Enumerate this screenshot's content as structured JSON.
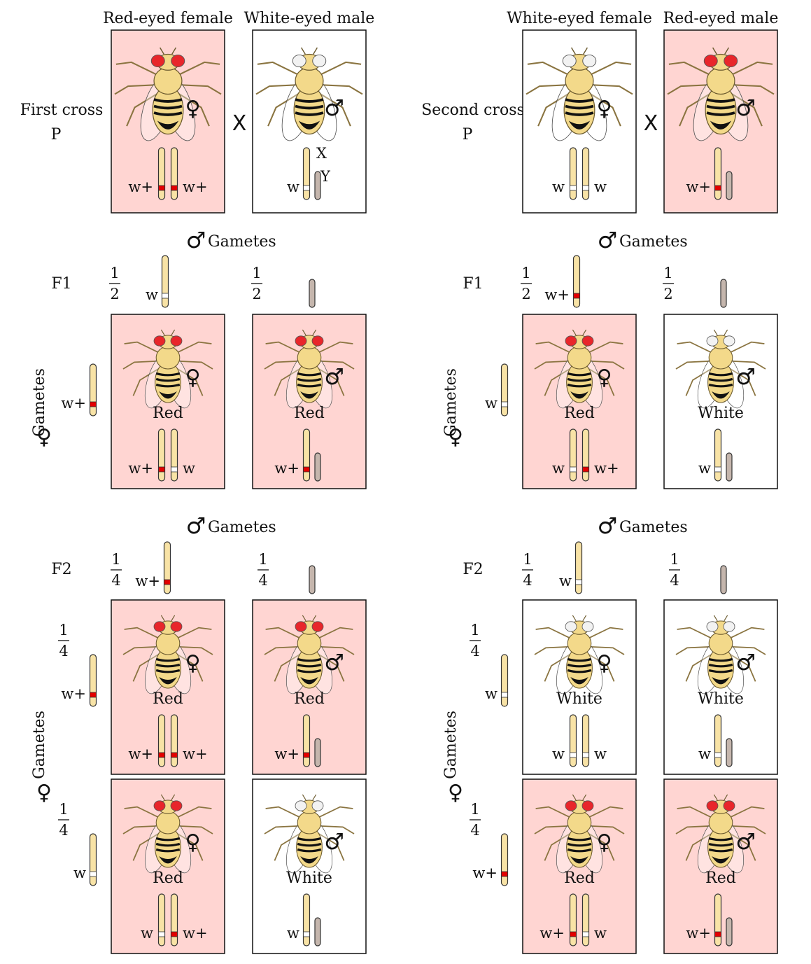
{
  "colors": {
    "red_box": "#ffd5d2",
    "white_box": "#ffffff",
    "x_chrom": "#f8e3a6",
    "y_chrom": "#c5b6ad",
    "allele_red": "#e30000",
    "allele_white": "#ffffff",
    "red_eye": "#e8262b",
    "white_eye": "#f2f2f2",
    "body": "#f3d98a"
  },
  "symbols": {
    "female": "♀",
    "male": "♂",
    "cross": "X"
  },
  "crosses": [
    {
      "id": "first",
      "title": "First cross",
      "p_label": "P",
      "parents": [
        {
          "header": "Red-eyed female",
          "sex": "female",
          "eye": "red",
          "chroms": [
            {
              "t": "X",
              "a": "w+"
            },
            {
              "t": "X",
              "a": "w+"
            }
          ],
          "labels": [
            "w+",
            "w+"
          ],
          "xy_labels": null
        },
        {
          "header": "White-eyed male",
          "sex": "male",
          "eye": "white",
          "chroms": [
            {
              "t": "X",
              "a": "w"
            },
            {
              "t": "Y"
            }
          ],
          "labels": [
            "w"
          ],
          "xy_labels": [
            "X",
            "Y"
          ]
        }
      ],
      "f1": {
        "label": "F1",
        "male_gametes_label": "Gametes",
        "female_gametes_label": "Gametes",
        "col_gametes": [
          {
            "num": "1",
            "den": "2",
            "t": "X",
            "a": "w",
            "label": "w"
          },
          {
            "num": "1",
            "den": "2",
            "t": "Y",
            "label": ""
          }
        ],
        "row_gametes": [
          {
            "t": "X",
            "a": "w+",
            "label": "w+"
          }
        ],
        "cells": [
          [
            {
              "sex": "female",
              "eye": "red",
              "pheno": "Red",
              "chroms": [
                {
                  "t": "X",
                  "a": "w+"
                },
                {
                  "t": "X",
                  "a": "w"
                }
              ],
              "labels": [
                "w+",
                "w"
              ]
            },
            {
              "sex": "male",
              "eye": "red",
              "pheno": "Red",
              "chroms": [
                {
                  "t": "X",
                  "a": "w+"
                },
                {
                  "t": "Y"
                }
              ],
              "labels": [
                "w+"
              ]
            }
          ]
        ]
      },
      "f2": {
        "label": "F2",
        "male_gametes_label": "Gametes",
        "female_gametes_label": "Gametes",
        "col_gametes": [
          {
            "num": "1",
            "den": "4",
            "t": "X",
            "a": "w+",
            "label": "w+"
          },
          {
            "num": "1",
            "den": "4",
            "t": "Y",
            "label": ""
          }
        ],
        "row_gametes": [
          {
            "num": "1",
            "den": "4",
            "t": "X",
            "a": "w+",
            "label": "w+"
          },
          {
            "num": "1",
            "den": "4",
            "t": "X",
            "a": "w",
            "label": "w"
          }
        ],
        "cells": [
          [
            {
              "sex": "female",
              "eye": "red",
              "pheno": "Red",
              "chroms": [
                {
                  "t": "X",
                  "a": "w+"
                },
                {
                  "t": "X",
                  "a": "w+"
                }
              ],
              "labels": [
                "w+",
                "w+"
              ]
            },
            {
              "sex": "male",
              "eye": "red",
              "pheno": "Red",
              "chroms": [
                {
                  "t": "X",
                  "a": "w+"
                },
                {
                  "t": "Y"
                }
              ],
              "labels": [
                "w+"
              ]
            }
          ],
          [
            {
              "sex": "female",
              "eye": "red",
              "pheno": "Red",
              "chroms": [
                {
                  "t": "X",
                  "a": "w"
                },
                {
                  "t": "X",
                  "a": "w+"
                }
              ],
              "labels": [
                "w",
                "w+"
              ]
            },
            {
              "sex": "male",
              "eye": "white",
              "pheno": "White",
              "chroms": [
                {
                  "t": "X",
                  "a": "w"
                },
                {
                  "t": "Y"
                }
              ],
              "labels": [
                "w"
              ]
            }
          ]
        ]
      }
    },
    {
      "id": "second",
      "title": "Second cross",
      "p_label": "P",
      "parents": [
        {
          "header": "White-eyed female",
          "sex": "female",
          "eye": "white",
          "chroms": [
            {
              "t": "X",
              "a": "w"
            },
            {
              "t": "X",
              "a": "w"
            }
          ],
          "labels": [
            "w",
            "w"
          ],
          "xy_labels": null
        },
        {
          "header": "Red-eyed male",
          "sex": "male",
          "eye": "red",
          "chroms": [
            {
              "t": "X",
              "a": "w+"
            },
            {
              "t": "Y"
            }
          ],
          "labels": [
            "w+"
          ],
          "xy_labels": null
        }
      ],
      "f1": {
        "label": "F1",
        "male_gametes_label": "Gametes",
        "female_gametes_label": "Gametes",
        "col_gametes": [
          {
            "num": "1",
            "den": "2",
            "t": "X",
            "a": "w+",
            "label": "w+"
          },
          {
            "num": "1",
            "den": "2",
            "t": "Y",
            "label": ""
          }
        ],
        "row_gametes": [
          {
            "t": "X",
            "a": "w",
            "label": "w"
          }
        ],
        "cells": [
          [
            {
              "sex": "female",
              "eye": "red",
              "pheno": "Red",
              "chroms": [
                {
                  "t": "X",
                  "a": "w"
                },
                {
                  "t": "X",
                  "a": "w+"
                }
              ],
              "labels": [
                "w",
                "w+"
              ]
            },
            {
              "sex": "male",
              "eye": "white",
              "pheno": "White",
              "chroms": [
                {
                  "t": "X",
                  "a": "w"
                },
                {
                  "t": "Y"
                }
              ],
              "labels": [
                "w"
              ]
            }
          ]
        ]
      },
      "f2": {
        "label": "F2",
        "male_gametes_label": "Gametes",
        "female_gametes_label": "Gametes",
        "col_gametes": [
          {
            "num": "1",
            "den": "4",
            "t": "X",
            "a": "w",
            "label": "w"
          },
          {
            "num": "1",
            "den": "4",
            "t": "Y",
            "label": ""
          }
        ],
        "row_gametes": [
          {
            "num": "1",
            "den": "4",
            "t": "X",
            "a": "w",
            "label": "w"
          },
          {
            "num": "1",
            "den": "4",
            "t": "X",
            "a": "w+",
            "label": "w+"
          }
        ],
        "cells": [
          [
            {
              "sex": "female",
              "eye": "white",
              "pheno": "White",
              "chroms": [
                {
                  "t": "X",
                  "a": "w"
                },
                {
                  "t": "X",
                  "a": "w"
                }
              ],
              "labels": [
                "w",
                "w"
              ]
            },
            {
              "sex": "male",
              "eye": "white",
              "pheno": "White",
              "chroms": [
                {
                  "t": "X",
                  "a": "w"
                },
                {
                  "t": "Y"
                }
              ],
              "labels": [
                "w"
              ]
            }
          ],
          [
            {
              "sex": "female",
              "eye": "red",
              "pheno": "Red",
              "chroms": [
                {
                  "t": "X",
                  "a": "w+"
                },
                {
                  "t": "X",
                  "a": "w"
                }
              ],
              "labels": [
                "w+",
                "w"
              ]
            },
            {
              "sex": "male",
              "eye": "red",
              "pheno": "Red",
              "chroms": [
                {
                  "t": "X",
                  "a": "w+"
                },
                {
                  "t": "Y"
                }
              ],
              "labels": [
                "w+"
              ]
            }
          ]
        ]
      }
    }
  ]
}
